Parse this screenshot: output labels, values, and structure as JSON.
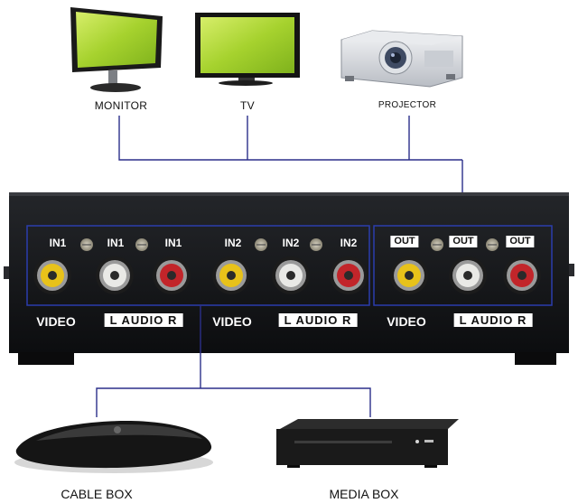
{
  "display_devices": [
    {
      "label": "MONITOR"
    },
    {
      "label": "TV"
    },
    {
      "label": "PROJECTOR"
    }
  ],
  "source_devices": [
    {
      "label": "CABLE BOX"
    },
    {
      "label": "MEDIA BOX"
    }
  ],
  "switch": {
    "in1_label": "IN1",
    "in2_label": "IN2",
    "out_label": "OUT",
    "video_label": "VIDEO",
    "audio_label": "L  AUDIO  R"
  },
  "colors": {
    "connector_line": "#2b2f8a",
    "chassis": "#121315",
    "jack_yellow": "#e8c21a",
    "jack_white": "#e9e9e6",
    "jack_red": "#c2252a",
    "screen_green": "#9ccc2a"
  }
}
